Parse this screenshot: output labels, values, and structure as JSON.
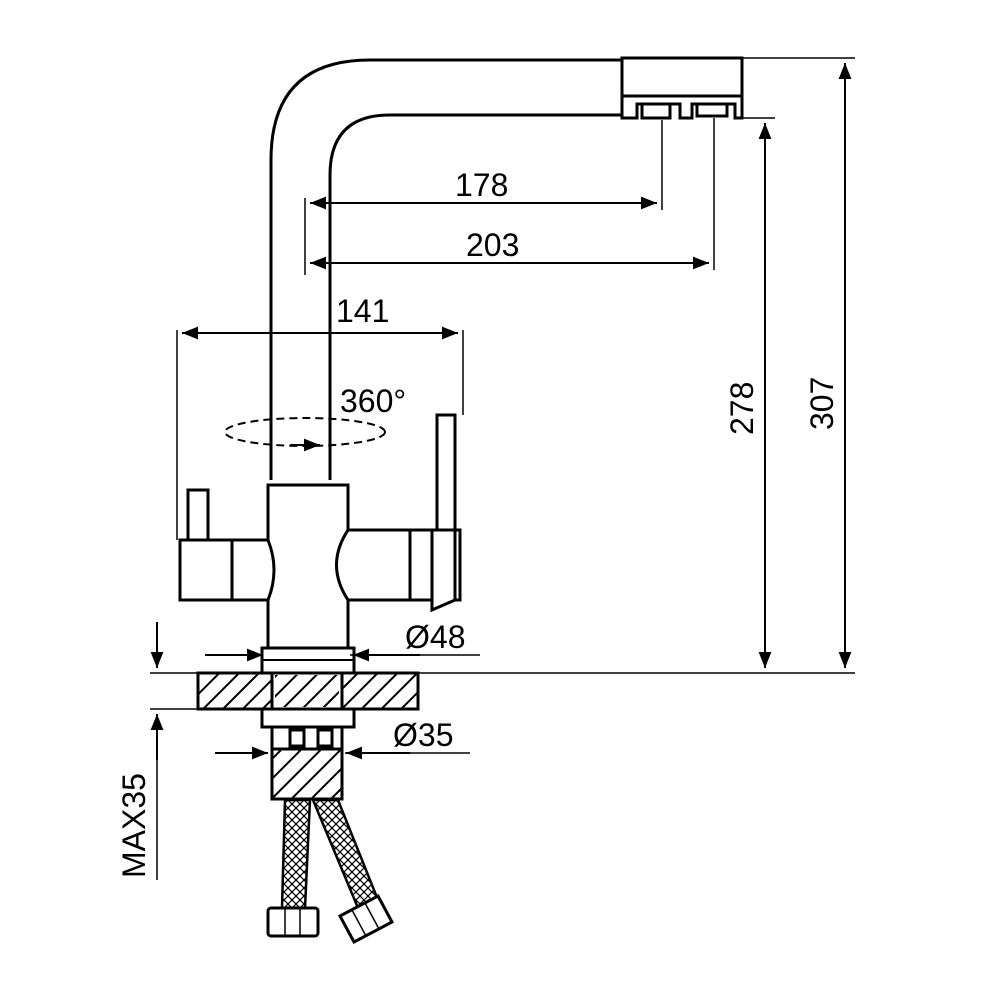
{
  "dimensions": {
    "spout_reach_1": "178",
    "spout_reach_2": "203",
    "body_width": "141",
    "swivel": "360°",
    "outlet_height": "278",
    "total_height": "307",
    "body_diameter": "Ø48",
    "shank_diameter": "Ø35",
    "max_thickness": "MAX35"
  },
  "colors": {
    "line": "#000000",
    "background": "#ffffff"
  }
}
